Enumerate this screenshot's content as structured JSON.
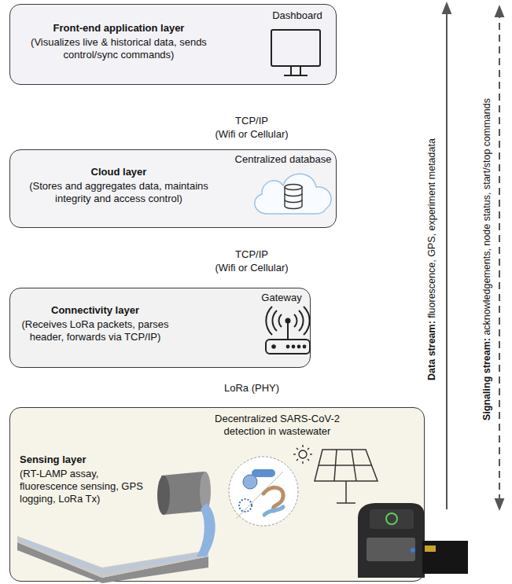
{
  "diagram": {
    "nodes": [
      {
        "text": [
          "Front-end application layer",
          "(Visualizes live & historical data, sends control/sync commands)",
          "Dashboard"
        ]
      },
      {
        "text": [
          "Cloud layer",
          "(Stores and aggregates data, maintains integrity and access control)",
          "Centralized database"
        ]
      },
      {
        "text": [
          "Connectivity layer",
          "(Receives LoRa packets, parses header, forwards via TCP/IP)",
          "Gateway"
        ]
      },
      {
        "text": [
          "Sensing layer",
          "(RT-LAMP assay, fluorescence sensing, GPS logging, LoRa Tx)",
          "Decentralized SARS-CoV-2 detection in wastewater"
        ]
      }
    ],
    "labels": [
      "TCP/IP",
      "(Wifi or Cellular)",
      "TCP/IP",
      "(Wifi or Cellular)",
      "LoRa (PHY)",
      "Data stream:",
      "fluorescence, GPS, experiment metadata",
      "Signaling stream:",
      "acknowledgements, node status, start/stop commands"
    ]
  }
}
